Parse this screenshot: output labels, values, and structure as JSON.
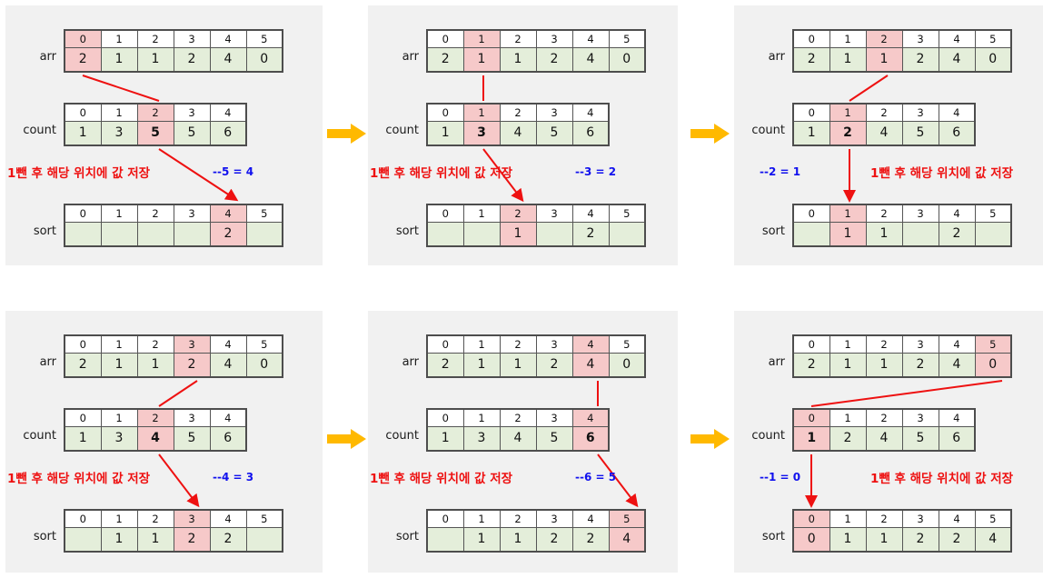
{
  "diagram": {
    "title": "Counting Sort step-by-step visualization",
    "colors": {
      "panel_bg": "#f1f1f1",
      "highlight": "#f6c9c9",
      "cell_green": "#e4eeda",
      "note_red": "#ee1111",
      "note_blue": "#1111ee",
      "step_arrow": "#ffb900",
      "connector": "#ee1111"
    },
    "labels": {
      "arr": "arr",
      "count": "count",
      "sort": "sort"
    },
    "step_arrow_icon": "right-arrow-icon",
    "panels": [
      {
        "id": "step-1",
        "arr": {
          "index": [
            "0",
            "1",
            "2",
            "3",
            "4",
            "5"
          ],
          "values": [
            "2",
            "1",
            "1",
            "2",
            "4",
            "0"
          ],
          "highlight": 0
        },
        "count": {
          "index": [
            "0",
            "1",
            "2",
            "3",
            "4"
          ],
          "values": [
            "1",
            "3",
            "5",
            "5",
            "6"
          ],
          "highlight": 2,
          "bold": 2
        },
        "sort": {
          "index": [
            "0",
            "1",
            "2",
            "3",
            "4",
            "5"
          ],
          "values": [
            "",
            "",
            "",
            "",
            "2",
            ""
          ],
          "highlight": 4
        },
        "note_red": "1뺀 후 해당 위치에 값 저장",
        "note_blue": "--5 = 4",
        "note_layout": "red-left"
      },
      {
        "id": "step-2",
        "arr": {
          "index": [
            "0",
            "1",
            "2",
            "3",
            "4",
            "5"
          ],
          "values": [
            "2",
            "1",
            "1",
            "2",
            "4",
            "0"
          ],
          "highlight": 1
        },
        "count": {
          "index": [
            "0",
            "1",
            "2",
            "3",
            "4"
          ],
          "values": [
            "1",
            "3",
            "4",
            "5",
            "6"
          ],
          "highlight": 1,
          "bold": 1
        },
        "sort": {
          "index": [
            "0",
            "1",
            "2",
            "3",
            "4",
            "5"
          ],
          "values": [
            "",
            "",
            "1",
            "",
            "2",
            ""
          ],
          "highlight": 2
        },
        "note_red": "1뺀 후 해당 위치에 값 저장",
        "note_blue": "--3 = 2",
        "note_layout": "red-left"
      },
      {
        "id": "step-3",
        "arr": {
          "index": [
            "0",
            "1",
            "2",
            "3",
            "4",
            "5"
          ],
          "values": [
            "2",
            "1",
            "1",
            "2",
            "4",
            "0"
          ],
          "highlight": 2
        },
        "count": {
          "index": [
            "0",
            "1",
            "2",
            "3",
            "4"
          ],
          "values": [
            "1",
            "2",
            "4",
            "5",
            "6"
          ],
          "highlight": 1,
          "bold": 1
        },
        "sort": {
          "index": [
            "0",
            "1",
            "2",
            "3",
            "4",
            "5"
          ],
          "values": [
            "",
            "1",
            "1",
            "",
            "2",
            ""
          ],
          "highlight": 1
        },
        "note_red": "1뺀 후 해당 위치에 값 저장",
        "note_blue": "--2 = 1",
        "note_layout": "blue-left"
      },
      {
        "id": "step-4",
        "arr": {
          "index": [
            "0",
            "1",
            "2",
            "3",
            "4",
            "5"
          ],
          "values": [
            "2",
            "1",
            "1",
            "2",
            "4",
            "0"
          ],
          "highlight": 3
        },
        "count": {
          "index": [
            "0",
            "1",
            "2",
            "3",
            "4"
          ],
          "values": [
            "1",
            "3",
            "4",
            "5",
            "6"
          ],
          "highlight": 2,
          "bold": 2
        },
        "sort": {
          "index": [
            "0",
            "1",
            "2",
            "3",
            "4",
            "5"
          ],
          "values": [
            "",
            "1",
            "1",
            "2",
            "2",
            ""
          ],
          "highlight": 3
        },
        "note_red": "1뺀 후 해당 위치에 값 저장",
        "note_blue": "--4 = 3",
        "note_layout": "red-left"
      },
      {
        "id": "step-5",
        "arr": {
          "index": [
            "0",
            "1",
            "2",
            "3",
            "4",
            "5"
          ],
          "values": [
            "2",
            "1",
            "1",
            "2",
            "4",
            "0"
          ],
          "highlight": 4
        },
        "count": {
          "index": [
            "0",
            "1",
            "2",
            "3",
            "4"
          ],
          "values": [
            "1",
            "3",
            "4",
            "5",
            "6"
          ],
          "highlight": 4,
          "bold": 4
        },
        "sort": {
          "index": [
            "0",
            "1",
            "2",
            "3",
            "4",
            "5"
          ],
          "values": [
            "",
            "1",
            "1",
            "2",
            "2",
            "4"
          ],
          "highlight": 5
        },
        "note_red": "1뺀 후 해당 위치에 값 저장",
        "note_blue": "--6 = 5",
        "note_layout": "red-left"
      },
      {
        "id": "step-6",
        "arr": {
          "index": [
            "0",
            "1",
            "2",
            "3",
            "4",
            "5"
          ],
          "values": [
            "2",
            "1",
            "1",
            "2",
            "4",
            "0"
          ],
          "highlight": 5
        },
        "count": {
          "index": [
            "0",
            "1",
            "2",
            "3",
            "4"
          ],
          "values": [
            "1",
            "2",
            "4",
            "5",
            "6"
          ],
          "highlight": 0,
          "bold": 0
        },
        "sort": {
          "index": [
            "0",
            "1",
            "2",
            "3",
            "4",
            "5"
          ],
          "values": [
            "0",
            "1",
            "1",
            "2",
            "2",
            "4"
          ],
          "highlight": 0
        },
        "note_red": "1뺀 후 해당 위치에 값 저장",
        "note_blue": "--1 = 0",
        "note_layout": "blue-left"
      }
    ]
  }
}
